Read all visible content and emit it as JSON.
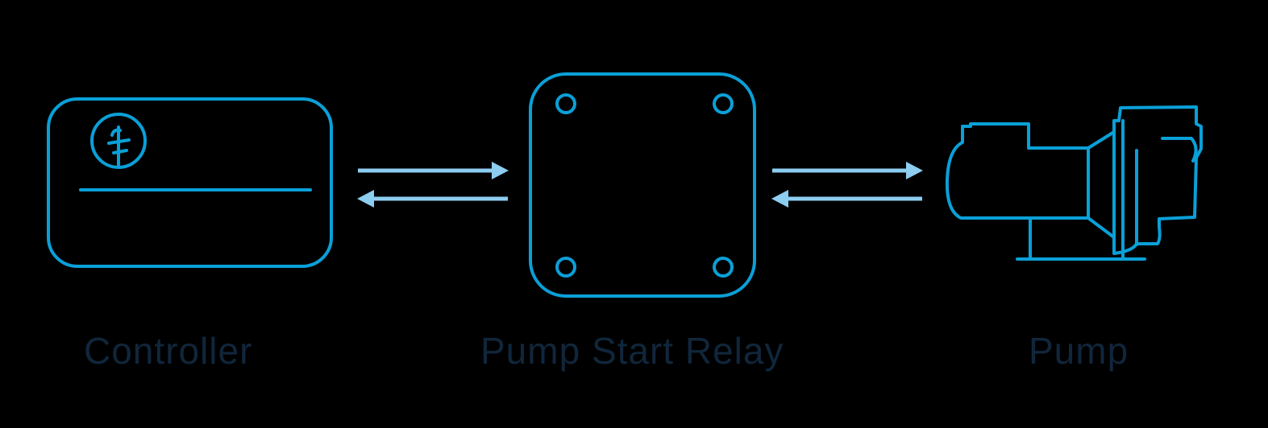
{
  "labels": {
    "controller": "Controller",
    "relay": "Pump Start Relay",
    "pump": "Pump"
  },
  "icons": {
    "controller": "controller-icon",
    "relay": "relay-icon",
    "pump": "pump-icon"
  },
  "colors": {
    "background": "#000000",
    "icon_stroke": "#0aa0d8",
    "arrow": "#8ccdf0",
    "label_text": "#10263b"
  }
}
